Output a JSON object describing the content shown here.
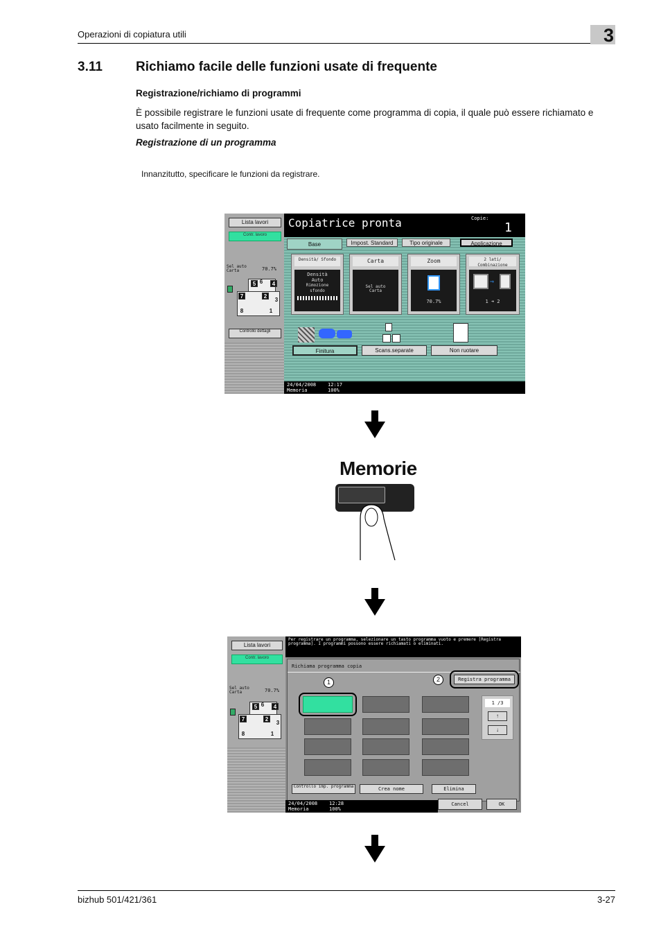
{
  "header": {
    "running_title": "Operazioni di copiatura utili",
    "chapter": "3"
  },
  "section": {
    "number": "3.11",
    "title": "Richiamo facile delle funzioni usate di frequente"
  },
  "subheading": "Registrazione/richiamo di programmi",
  "body": "È possibile registrare le funzioni usate di frequente come programma di copia, il quale può essere richiamato e usato facilmente in seguito.",
  "italic_heading": "Registrazione di un programma",
  "intro": "Innanzitutto, specificare le funzioni da registrare.",
  "screen1": {
    "job_list": "Lista lavori",
    "job_check": "Contr. lavoro",
    "title": "Copiatrice pronta",
    "copies_label": "Copie:",
    "copies_value": "1",
    "tabs": [
      "Base",
      "Impost. Standard",
      "Tipo originale",
      "Applicazione"
    ],
    "tiles": [
      {
        "header": "Densità/ Sfondo",
        "body": [
          "Densità",
          "Auto",
          "Rimozione",
          "sfondo"
        ]
      },
      {
        "header": "Carta",
        "body": [
          "Sel auto",
          "Carta"
        ]
      },
      {
        "header": "Zoom",
        "body": [
          "70.7%"
        ]
      },
      {
        "header": "2 lati/ Combinazione",
        "body": [
          "1 ➜ 2"
        ]
      }
    ],
    "paper_info": "Sel auto Carta",
    "zoom_side": "70.7%",
    "detail_check": "Controllo dettagli",
    "finish_buttons": [
      "Finitura",
      "Scans.separate",
      "Non ruotare"
    ],
    "status_date": "24/04/2008",
    "status_time": "12:17",
    "status_mem": "Memoria",
    "status_mem_val": "100%"
  },
  "memory_key": {
    "label": "Memorie"
  },
  "screen2": {
    "job_list": "Lista lavori",
    "job_check": "Contr. lavoro",
    "message": "Per registrare un programma, selezionare un tasto programma vuoto e premere [Registra programma]. I programmi possono essere richiamati o eliminati.",
    "panel_title": "Richiama programma copia",
    "callout1": "1",
    "callout2": "2",
    "register_button": "Registra programma",
    "page_indicator": "1 /3",
    "up_arrow": "↑",
    "down_arrow": "↓",
    "bottom_buttons": [
      "Controllo imp. programma",
      "Crea nome",
      "Elimina"
    ],
    "cancel": "Cancel",
    "ok": "OK",
    "paper_info": "Sel auto Carta",
    "zoom_side": "70.7%",
    "status_date": "24/04/2008",
    "status_time": "12:28",
    "status_mem": "Memoria",
    "status_mem_val": "100%"
  },
  "pages_diagram": {
    "numbers": [
      "5",
      "6",
      "4",
      "7",
      "2",
      "3",
      "8",
      "1"
    ]
  },
  "footer": {
    "model": "bizhub 501/421/361",
    "page": "3-27"
  }
}
